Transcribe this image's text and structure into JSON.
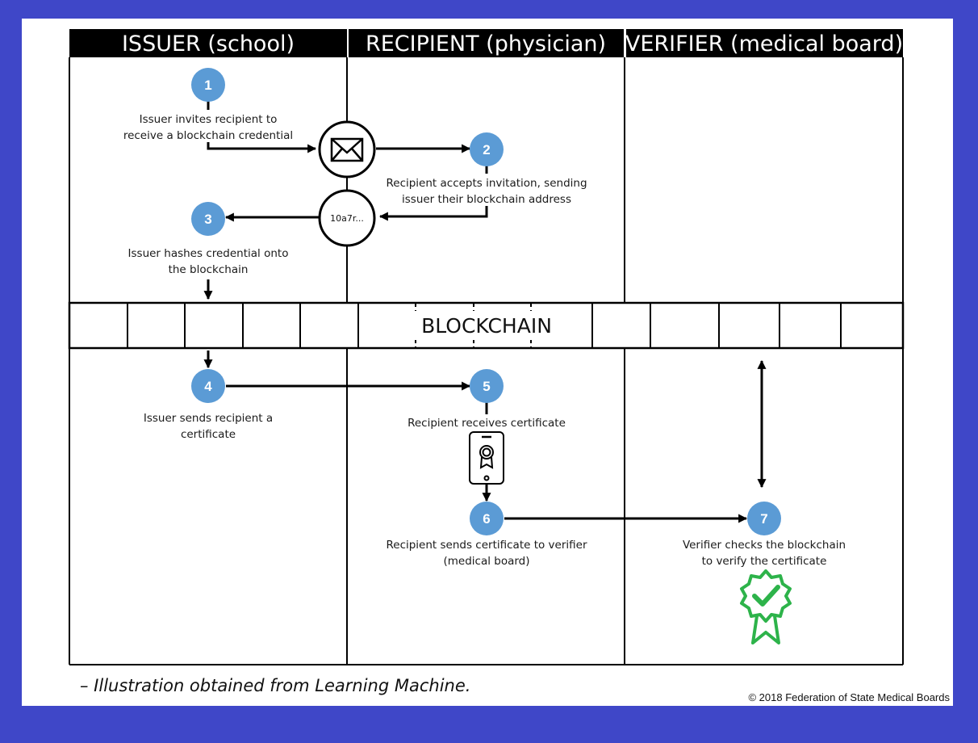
{
  "lanes": {
    "issuer": "ISSUER (school)",
    "recipient": "RECIPIENT (physician)",
    "verifier": "VERIFIER (medical board)"
  },
  "steps": [
    {
      "num": "1",
      "lines": [
        "Issuer invites recipient to",
        "receive a blockchain credential"
      ]
    },
    {
      "num": "2",
      "lines": [
        "Recipient accepts invitation, sending",
        "issuer their blockchain address"
      ]
    },
    {
      "num": "3",
      "lines": [
        "Issuer hashes credential onto",
        "the blockchain"
      ]
    },
    {
      "num": "4",
      "lines": [
        "Issuer sends recipient a",
        "certificate"
      ]
    },
    {
      "num": "5",
      "lines": [
        "Recipient receives certificate"
      ]
    },
    {
      "num": "6",
      "lines": [
        "Recipient sends certificate to verifier",
        "(medical board)"
      ]
    },
    {
      "num": "7",
      "lines": [
        "Verifier checks the blockchain",
        "to verify the certificate"
      ]
    }
  ],
  "blockchain_label": "BLOCKCHAIN",
  "address_label": "10a7r...",
  "footnote": "–  Illustration obtained from Learning Machine.",
  "copyright": "© 2018 Federation of State Medical Boards",
  "colors": {
    "background": "#3f47c8",
    "lane_header": "#000000",
    "step_circle": "#5b9bd5",
    "verified_badge": "#2db34a"
  },
  "icons": [
    "envelope-icon",
    "address-token-icon",
    "phone-certificate-icon",
    "verified-badge-icon"
  ]
}
